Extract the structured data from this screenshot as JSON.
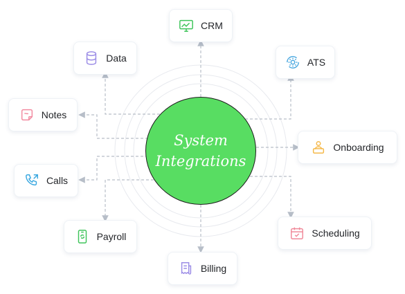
{
  "hub": {
    "line1": "System",
    "line2": "Integrations",
    "fill": "#58dd62"
  },
  "integrations": [
    {
      "label": "CRM",
      "icon": "monitor-chart-icon",
      "color": "#3ec45a"
    },
    {
      "label": "Data",
      "icon": "database-icon",
      "color": "#9b8ce6"
    },
    {
      "label": "ATS",
      "icon": "gear-cycle-icon",
      "color": "#4aa8e0"
    },
    {
      "label": "Notes",
      "icon": "sticky-note-icon",
      "color": "#f28aa0"
    },
    {
      "label": "Onboarding",
      "icon": "person-laptop-icon",
      "color": "#f5b94a"
    },
    {
      "label": "Calls",
      "icon": "phone-call-icon",
      "color": "#3aa8e0"
    },
    {
      "label": "Payroll",
      "icon": "mobile-payment-icon",
      "color": "#3ec45a"
    },
    {
      "label": "Scheduling",
      "icon": "calendar-check-icon",
      "color": "#f08a9a"
    },
    {
      "label": "Billing",
      "icon": "receipt-icon",
      "color": "#9b8ce6"
    }
  ]
}
